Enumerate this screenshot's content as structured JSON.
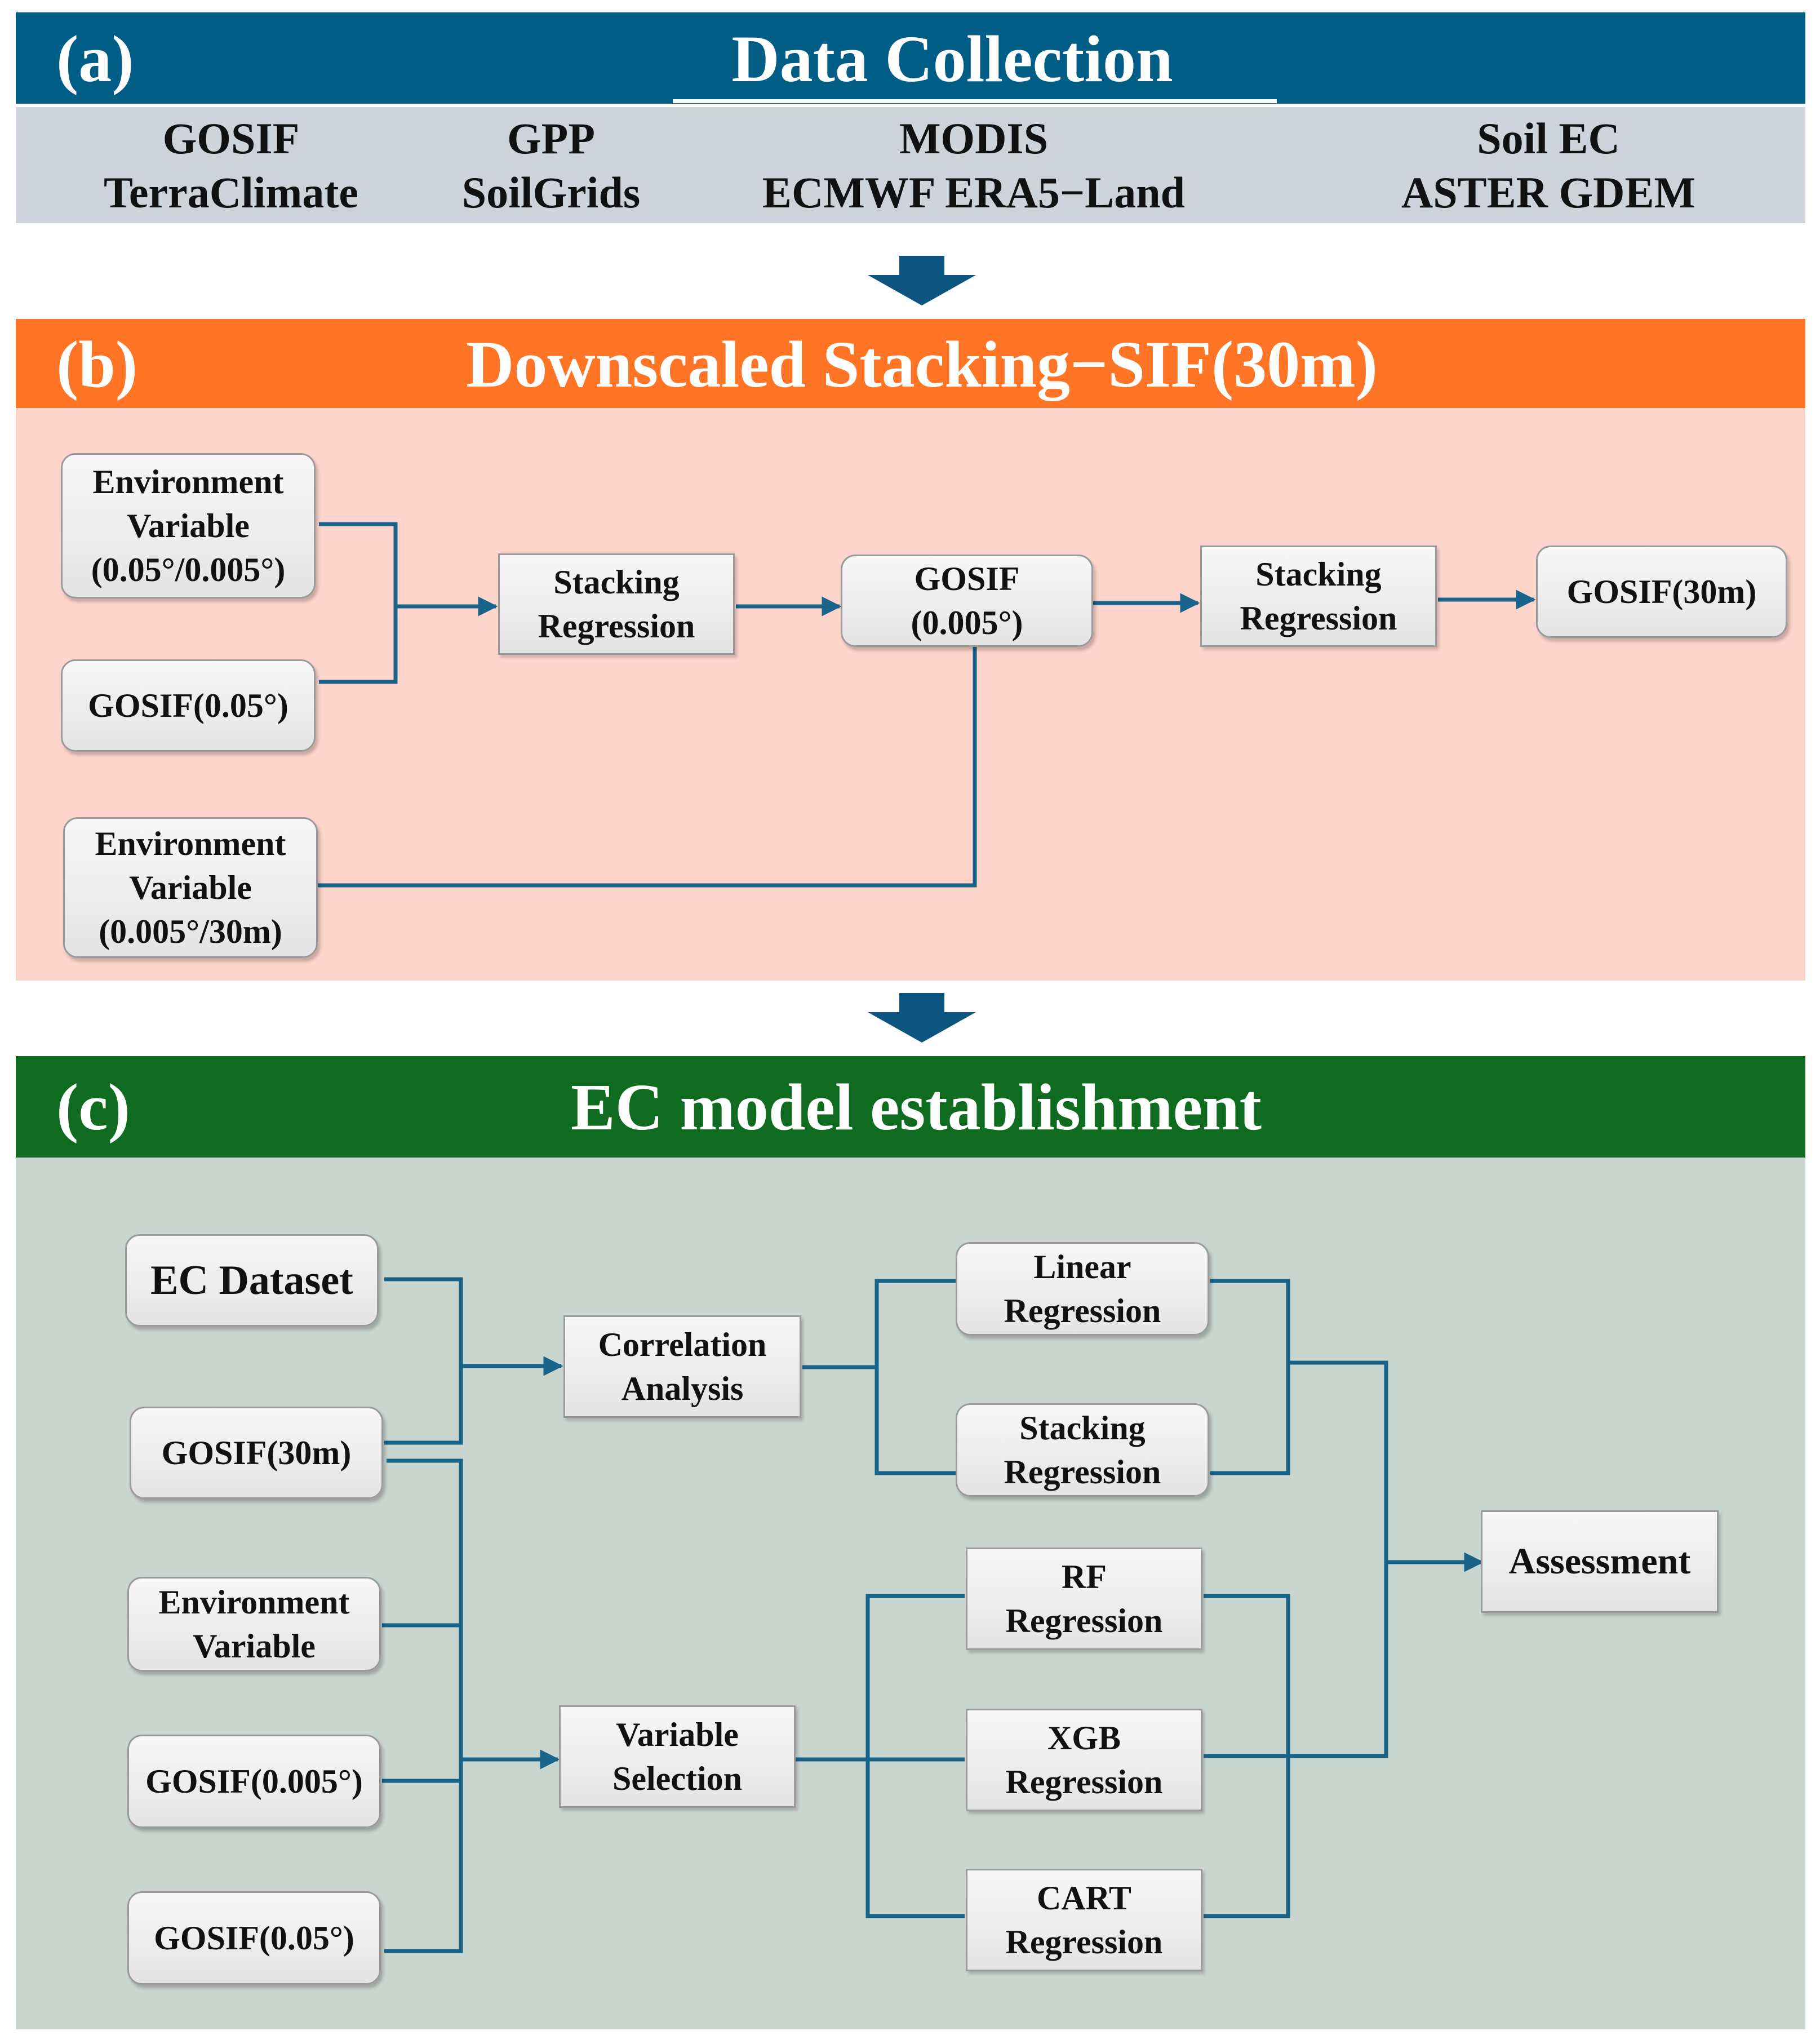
{
  "section_a": {
    "letter": "(a)",
    "title": "Data Collection",
    "sources": [
      [
        "GOSIF",
        "TerraClimate"
      ],
      [
        "GPP",
        "SoilGrids"
      ],
      [
        "MODIS",
        "ECMWF ERA5−Land"
      ],
      [
        "Soil EC",
        "ASTER GDEM"
      ]
    ]
  },
  "section_b": {
    "letter": "(b)",
    "title": "Downscaled Stacking−SIF(30m)",
    "nodes": {
      "env_coarse": [
        "Environment",
        "Variable",
        "(0.05°/0.005°)"
      ],
      "gosif_005": "GOSIF(0.05°)",
      "env_fine": [
        "Environment",
        "Variable",
        "(0.005°/30m)"
      ],
      "stacking1": [
        "Stacking",
        "Regression"
      ],
      "gosif_0005": [
        "GOSIF",
        "(0.005°)"
      ],
      "stacking2": [
        "Stacking",
        "Regression"
      ],
      "gosif_30m": "GOSIF(30m)"
    }
  },
  "section_c": {
    "letter": "(c)",
    "title": "EC model establishment",
    "nodes": {
      "ec_dataset": "EC Dataset",
      "gosif_30m": "GOSIF(30m)",
      "env_var": [
        "Environment",
        "Variable"
      ],
      "gosif_0005": "GOSIF(0.005°)",
      "gosif_005": "GOSIF(0.05°)",
      "correlation": [
        "Correlation",
        "Analysis"
      ],
      "variable_selection": [
        "Variable",
        "Selection"
      ],
      "linear": [
        "Linear",
        "Regression"
      ],
      "stacking": [
        "Stacking",
        "Regression"
      ],
      "rf": [
        "RF",
        "Regression"
      ],
      "xgb": [
        "XGB",
        "Regression"
      ],
      "cart": [
        "CART",
        "Regression"
      ],
      "assessment": "Assessment"
    }
  },
  "colors": {
    "header_a": "#005d86",
    "header_b": "#ff7425",
    "header_c": "#0e6b1f",
    "band_a": "#cdd3d9",
    "band_b": "#fdd5cd",
    "band_c": "#c9d6cf",
    "connector": "#17638a",
    "flow_arrow": "#0c5580"
  }
}
